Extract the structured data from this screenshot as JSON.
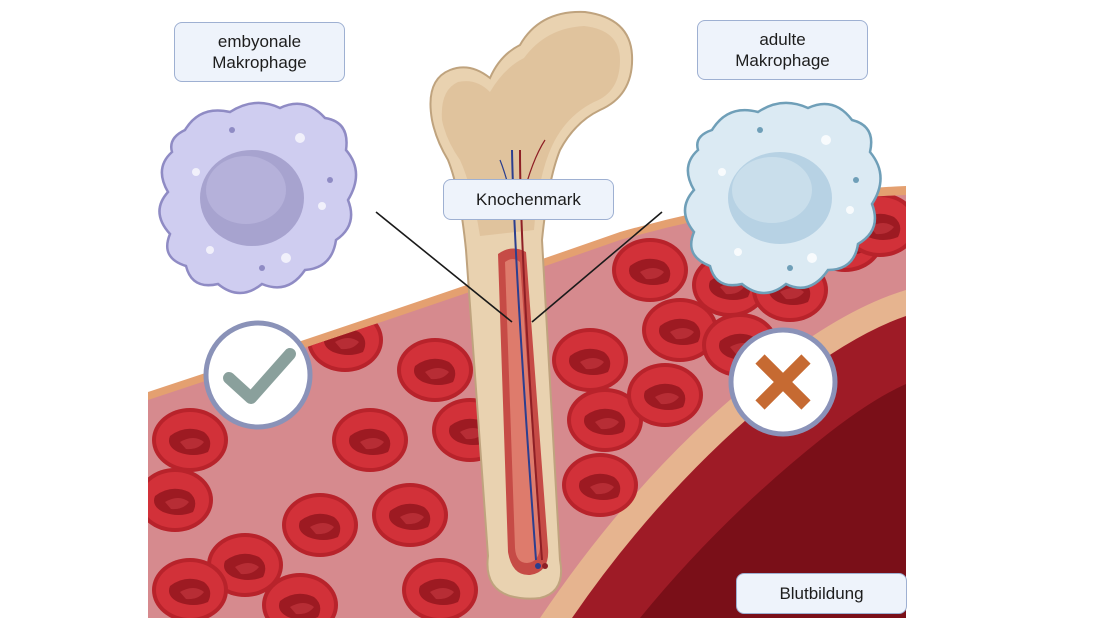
{
  "labels": {
    "embryonic_line1": "embyonale",
    "embryonic_line2": "Makrophage",
    "adult_line1": "adulte",
    "adult_line2": "Makrophage",
    "bone_marrow": "Knochenmark",
    "hematopoiesis": "Blutbildung"
  },
  "status": {
    "embryonic": "check",
    "adult": "cross"
  },
  "icons": [
    "embryonic-macrophage-icon",
    "adult-macrophage-icon",
    "femur-bone-icon",
    "red-blood-cell-icon",
    "check-icon",
    "cross-icon"
  ],
  "colors": {
    "vessel_fill": "#d68a8e",
    "vessel_wall": "#9e1b26",
    "blood_cell": "#c0282f",
    "bone": "#e9d2b0",
    "marrow": "#c64b46",
    "embryonic_cell": "#cfcdf0",
    "adult_cell": "#dbeaf3",
    "check": "#8aa09c",
    "cross": "#c66a32",
    "badge_ring": "#8a92b8"
  }
}
